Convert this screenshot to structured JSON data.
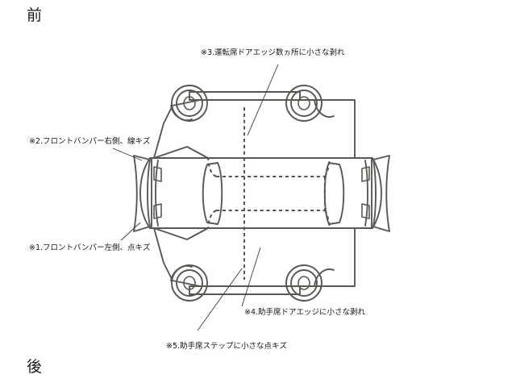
{
  "diagram": {
    "title_direction_front": "前",
    "title_direction_rear": "後",
    "type": "vehicle-damage-inspection-unfolded-view",
    "annotations": [
      {
        "id": "1",
        "text": "※1.フロントバンパー左側、点キズ",
        "position": "left-lower",
        "target": "front-bumper-left-lower"
      },
      {
        "id": "2",
        "text": "※2.フロントバンパー右側、線キズ",
        "position": "left-upper",
        "target": "front-bumper-right-upper"
      },
      {
        "id": "3",
        "text": "※3.運転席ドアエッジ数ヵ所に小さな剥れ",
        "position": "top-center",
        "target": "driver-door-edge"
      },
      {
        "id": "4",
        "text": "※4.助手席ドアエッジに小さな剥れ",
        "position": "bottom-right",
        "target": "passenger-door-edge"
      },
      {
        "id": "5",
        "text": "※5.助手席ステップに小さな点キズ",
        "position": "bottom-center",
        "target": "passenger-step"
      }
    ],
    "colors": {
      "background": "#ffffff",
      "outline": "#5a5753",
      "text": "#171717",
      "leader_line": "#3a3a3a"
    }
  }
}
